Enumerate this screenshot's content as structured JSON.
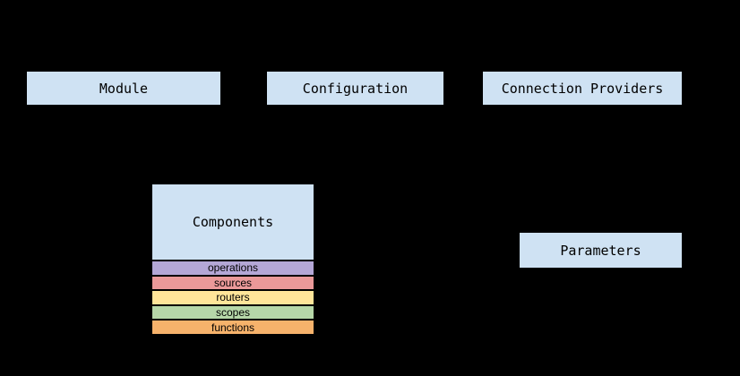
{
  "canvas": {
    "background_color": "#000000",
    "node_fill_color": "#cfe2f3",
    "node_border_color": "#000000",
    "text_color": "#000000"
  },
  "nodes": {
    "module": {
      "label": "Module"
    },
    "configuration": {
      "label": "Configuration"
    },
    "connection_providers": {
      "label": "Connection Providers"
    },
    "components": {
      "label": "Components",
      "sections": [
        {
          "label": "operations",
          "color": "#b4a7d6"
        },
        {
          "label": "sources",
          "color": "#ea9999"
        },
        {
          "label": "routers",
          "color": "#ffe599"
        },
        {
          "label": "scopes",
          "color": "#b6d7a8"
        },
        {
          "label": "functions",
          "color": "#f6b26b"
        }
      ]
    },
    "parameters": {
      "label": "Parameters"
    }
  }
}
